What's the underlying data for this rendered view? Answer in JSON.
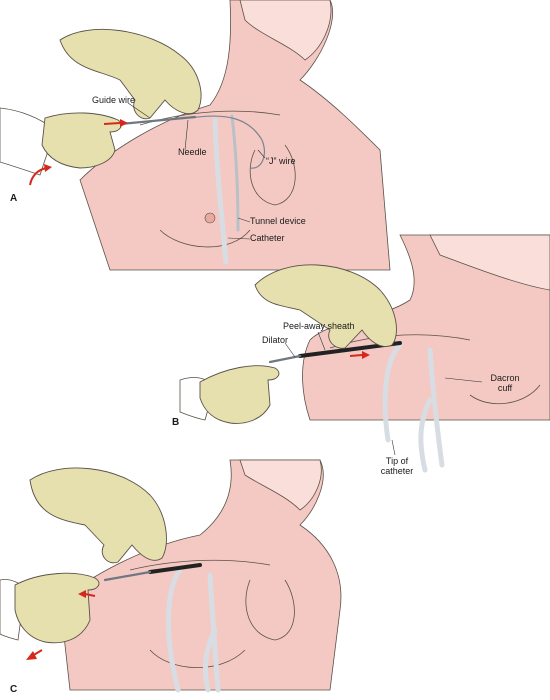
{
  "colors": {
    "skin": "#f4c9c3",
    "skin_light": "#f9ded9",
    "glove": "#e6dfae",
    "glove_shadow": "#cfc68a",
    "outline": "#5a5147",
    "arrow": "#d42a1e",
    "catheter": "#d8dde3",
    "sheath": "#222222"
  },
  "panels": {
    "a": {
      "letter": "A",
      "labels": {
        "guide_wire": "Guide wire",
        "needle": "Needle",
        "j_wire": "“J” wire",
        "tunnel_device": "Tunnel device",
        "catheter": "Catheter"
      }
    },
    "b": {
      "letter": "B",
      "labels": {
        "peel_away_sheath": "Peel-away sheath",
        "dilator": "Dilator",
        "dacron_cuff_line1": "Dacron",
        "dacron_cuff_line2": "cuff",
        "tip_line1": "Tip of",
        "tip_line2": "catheter"
      }
    },
    "c": {
      "letter": "C"
    }
  }
}
